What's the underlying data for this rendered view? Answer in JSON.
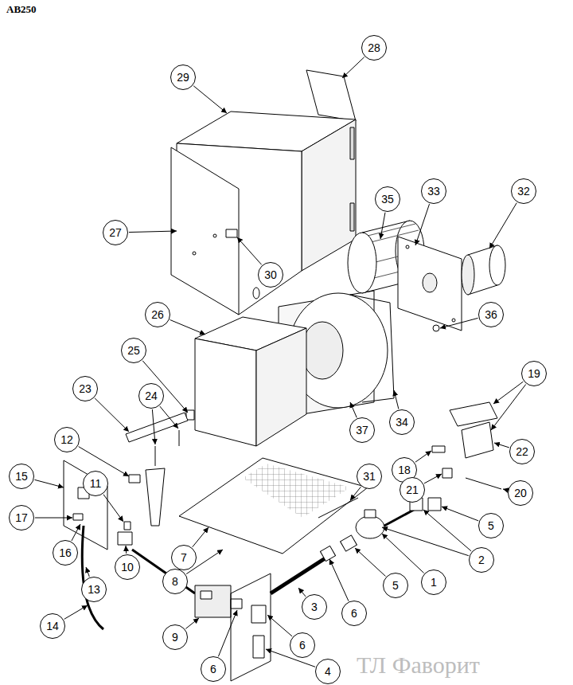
{
  "diagram": {
    "title": "AB250",
    "labels": [
      "28",
      "29",
      "27",
      "30",
      "35",
      "33",
      "32",
      "36",
      "26",
      "25",
      "34",
      "37",
      "23",
      "24",
      "19",
      "12",
      "22",
      "18",
      "15",
      "11",
      "31",
      "21",
      "20",
      "5",
      "17",
      "2",
      "7",
      "16",
      "13",
      "10",
      "8",
      "1",
      "5",
      "6",
      "3",
      "6",
      "14",
      "9",
      "6",
      "4",
      "ТЛ Фаворит"
    ]
  }
}
